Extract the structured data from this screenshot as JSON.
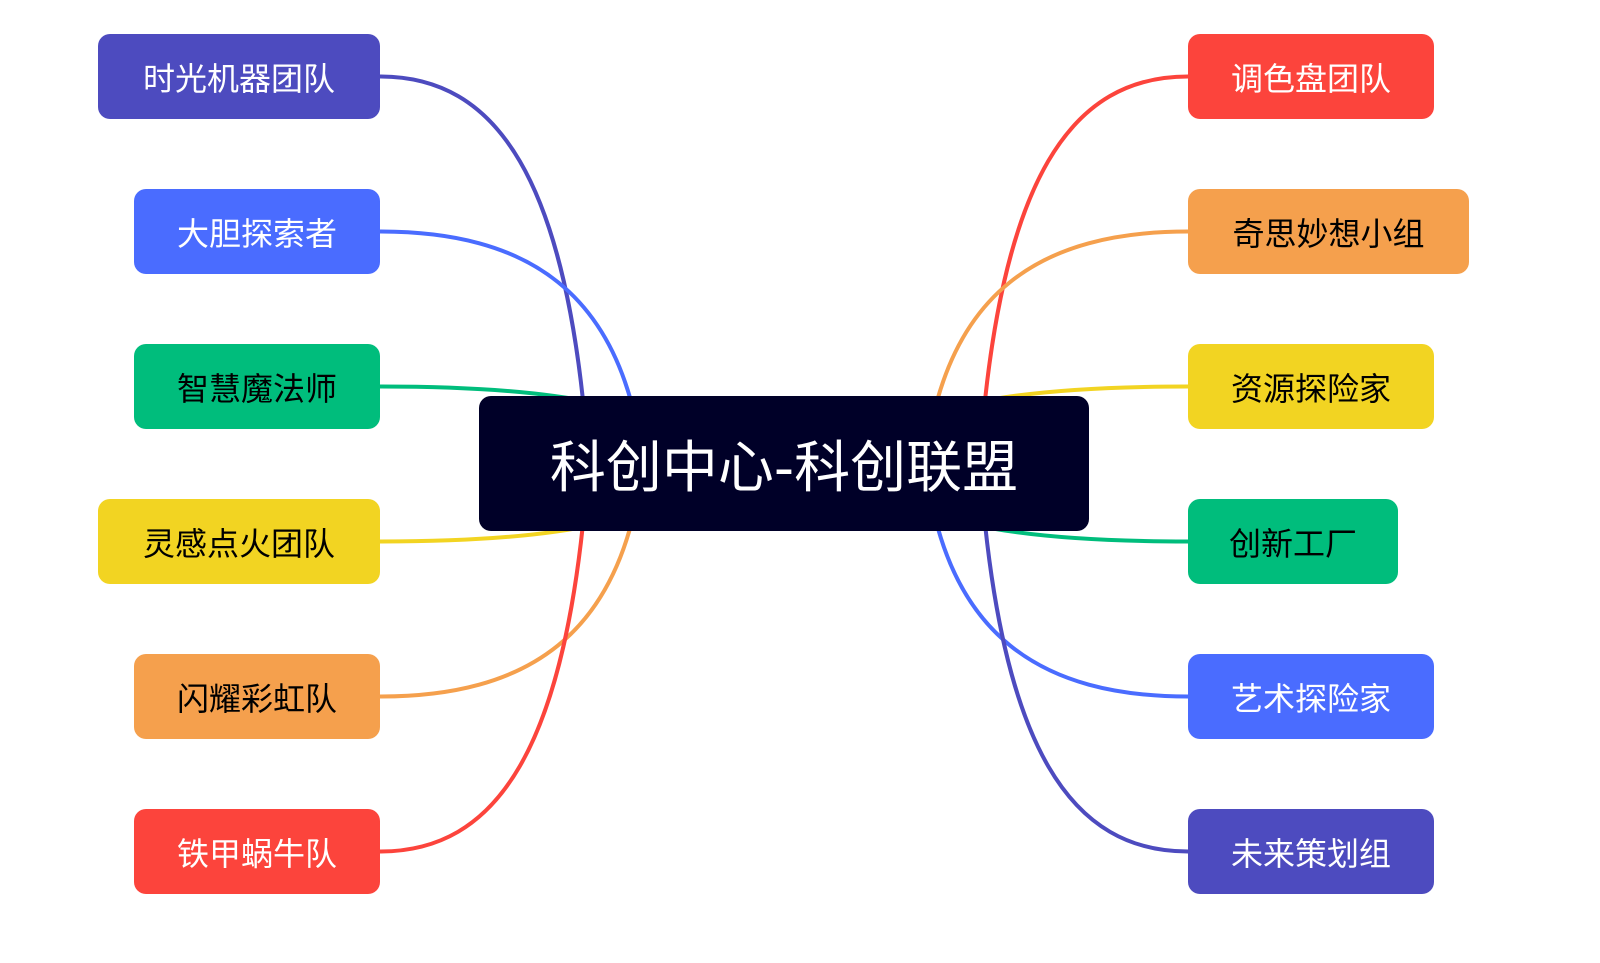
{
  "mindmap": {
    "root": {
      "label": "科创中心-科创联盟",
      "bg": "#000028",
      "fg": "#ffffff"
    },
    "left": [
      {
        "label": "时光机器团队",
        "bg": "#4d4bbf",
        "fg": "#ffffff"
      },
      {
        "label": "大胆探索者",
        "bg": "#4a6cff",
        "fg": "#ffffff"
      },
      {
        "label": "智慧魔法师",
        "bg": "#00bd7c",
        "fg": "#000000"
      },
      {
        "label": "灵感点火团队",
        "bg": "#f2d422",
        "fg": "#000000"
      },
      {
        "label": "闪耀彩虹队",
        "bg": "#f5a04d",
        "fg": "#000000"
      },
      {
        "label": "铁甲蜗牛队",
        "bg": "#fc443c",
        "fg": "#ffffff"
      }
    ],
    "right": [
      {
        "label": "调色盘团队",
        "bg": "#fc443c",
        "fg": "#ffffff"
      },
      {
        "label": "奇思妙想小组",
        "bg": "#f5a04d",
        "fg": "#000000"
      },
      {
        "label": "资源探险家",
        "bg": "#f2d422",
        "fg": "#000000"
      },
      {
        "label": "创新工厂",
        "bg": "#00bd7c",
        "fg": "#000000"
      },
      {
        "label": "艺术探险家",
        "bg": "#4a6cff",
        "fg": "#ffffff"
      },
      {
        "label": "未来策划组",
        "bg": "#4d4bbf",
        "fg": "#ffffff"
      }
    ]
  }
}
